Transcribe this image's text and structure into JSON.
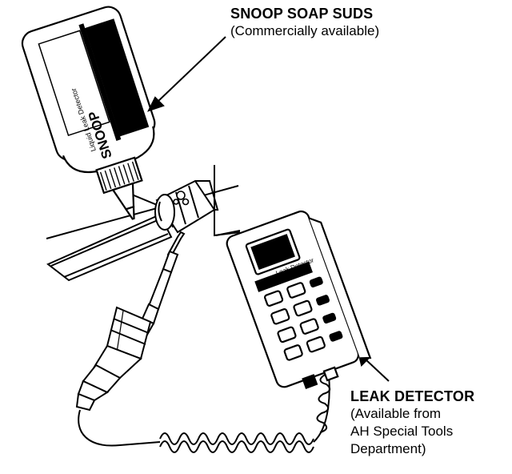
{
  "snoop_callout": {
    "title": "SNOOP SOAP SUDS",
    "subtitle": "(Commercially available)"
  },
  "leak_callout": {
    "title": "LEAK DETECTOR",
    "lines": [
      "(Available from",
      "AH Special Tools",
      "Department)"
    ]
  },
  "bottle_label": {
    "brand": "SNOOP",
    "tagline": "Liquid Leak Detector"
  },
  "detector_label": "Leak Detector",
  "colors": {
    "ink": "#000000",
    "paper": "#ffffff"
  }
}
